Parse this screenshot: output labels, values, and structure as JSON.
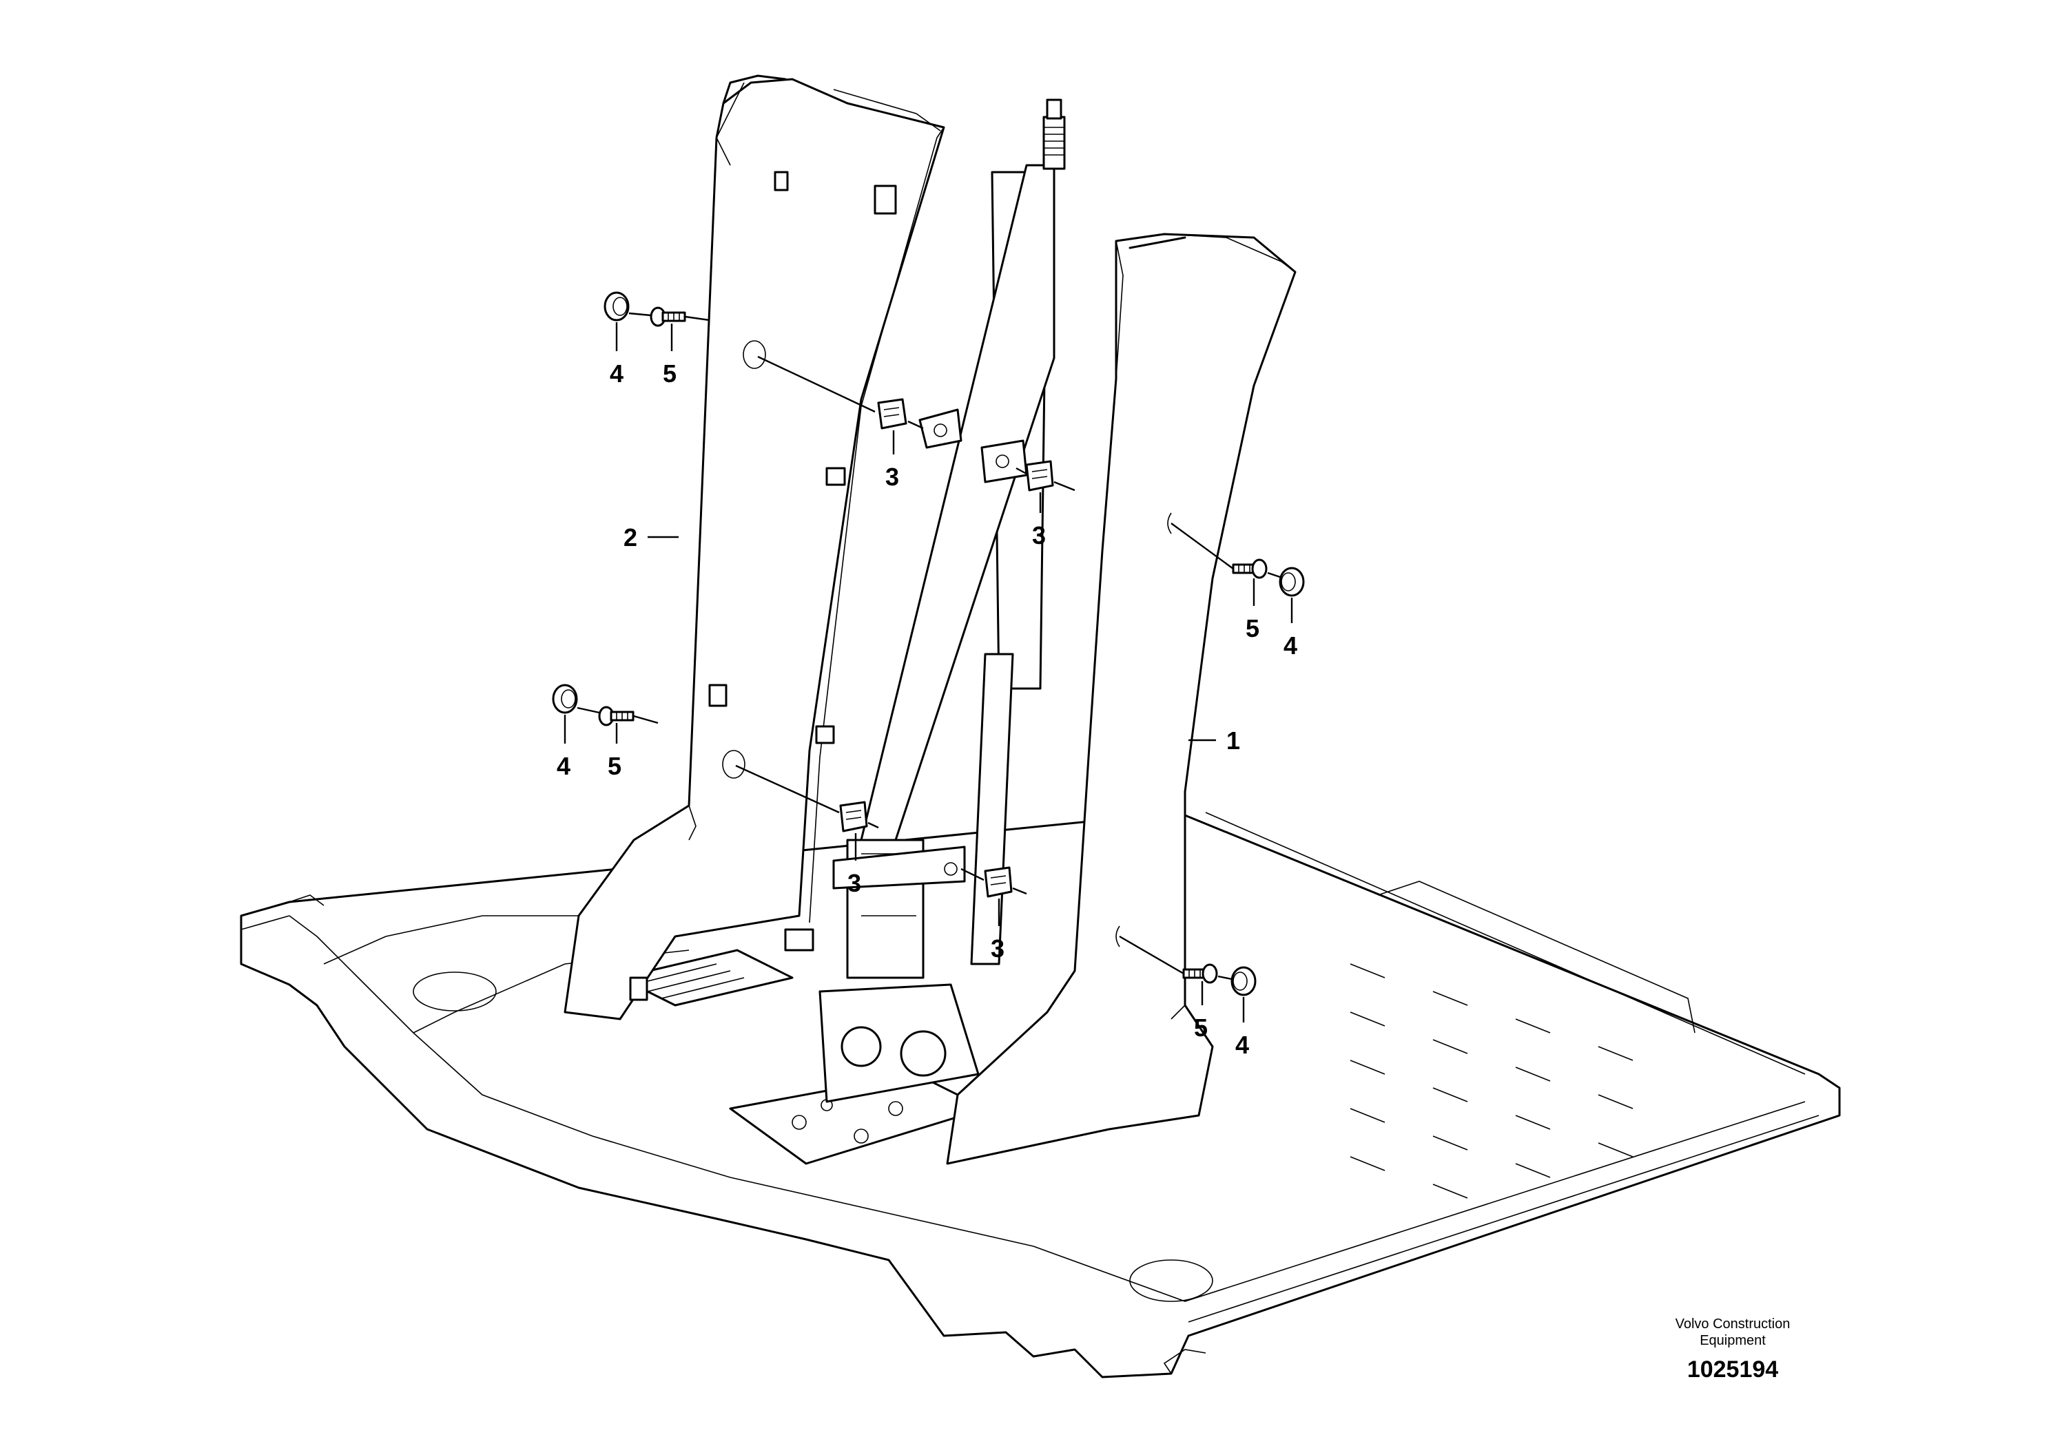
{
  "callouts": [
    {
      "id": "c1",
      "label": "1"
    },
    {
      "id": "c2",
      "label": "2"
    },
    {
      "id": "c3a",
      "label": "3"
    },
    {
      "id": "c3b",
      "label": "3"
    },
    {
      "id": "c3c",
      "label": "3"
    },
    {
      "id": "c3d",
      "label": "3"
    },
    {
      "id": "c4a",
      "label": "4"
    },
    {
      "id": "c4b",
      "label": "4"
    },
    {
      "id": "c4c",
      "label": "4"
    },
    {
      "id": "c4d",
      "label": "4"
    },
    {
      "id": "c5a",
      "label": "5"
    },
    {
      "id": "c5b",
      "label": "5"
    },
    {
      "id": "c5c",
      "label": "5"
    },
    {
      "id": "c5d",
      "label": "5"
    }
  ],
  "branding": {
    "line1": "Volvo Construction",
    "line2": "Equipment",
    "doc_number": "1025194"
  }
}
